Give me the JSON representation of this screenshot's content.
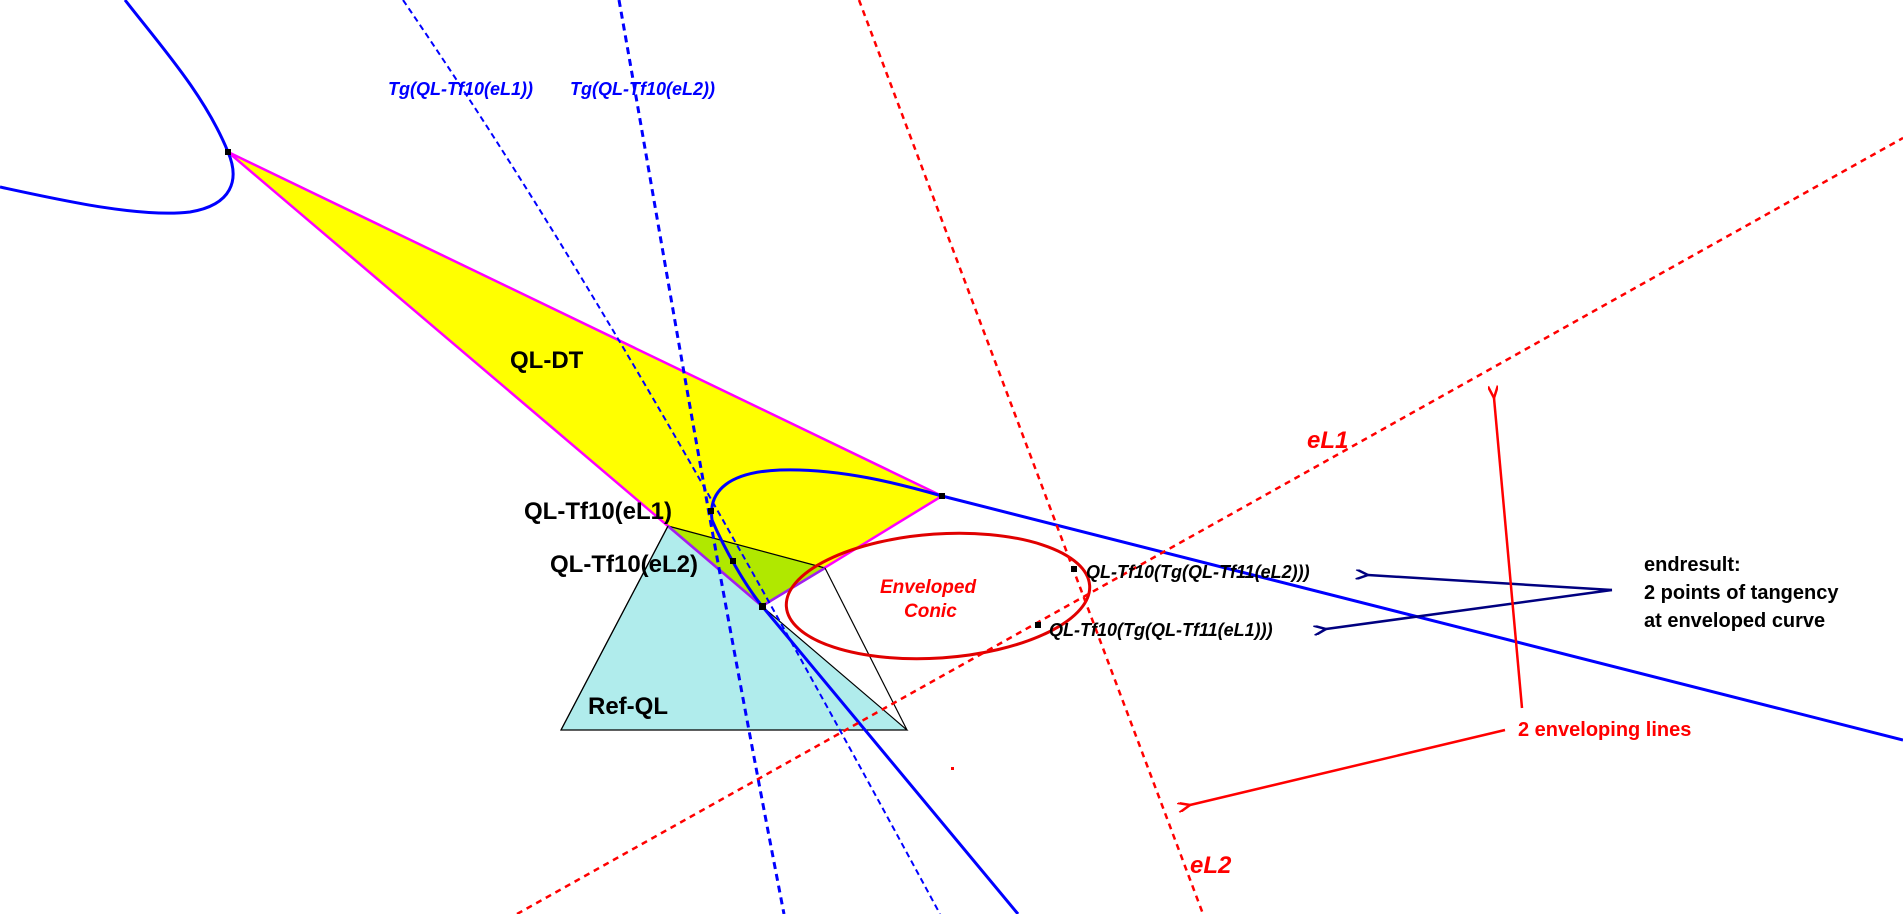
{
  "diagram": {
    "colors": {
      "background": "#ffffff",
      "conic_blue": "#0000ff",
      "tangent_blue": "#0000ff",
      "enveloping_red": "#ff0000",
      "ellipse_red": "#e00000",
      "ellipse_dark_red": "#b00000",
      "ql_dt_fill": "#ffff00",
      "ql_dt_edge": "#ff00ff",
      "ref_ql_fill": "#b0ecec",
      "overlap_fill": "#b0e800",
      "arrow_navy": "#000080",
      "point_black": "#000000"
    },
    "labels": {
      "tg_eL1": "Tg(QL-Tf10(eL1))",
      "tg_eL2": "Tg(QL-Tf10(eL2))",
      "ql_dt": "QL-DT",
      "ql_tf10_eL1": "QL-Tf10(eL1)",
      "ql_tf10_eL2": "QL-Tf10(eL2)",
      "ref_ql": "Ref-QL",
      "enveloped_conic_line1": "Enveloped",
      "enveloped_conic_line2": "Conic",
      "tangent_point_eL2": "QL-Tf10(Tg(QL-Tf11(eL2)))",
      "tangent_point_eL1": "QL-Tf10(Tg(QL-Tf11(eL1)))",
      "eL1": "eL1",
      "eL2": "eL2",
      "endresult_line1": "endresult:",
      "endresult_line2": "2 points of tangency",
      "endresult_line3": "at enveloped curve",
      "enveloping_lines": "2 enveloping lines"
    }
  }
}
